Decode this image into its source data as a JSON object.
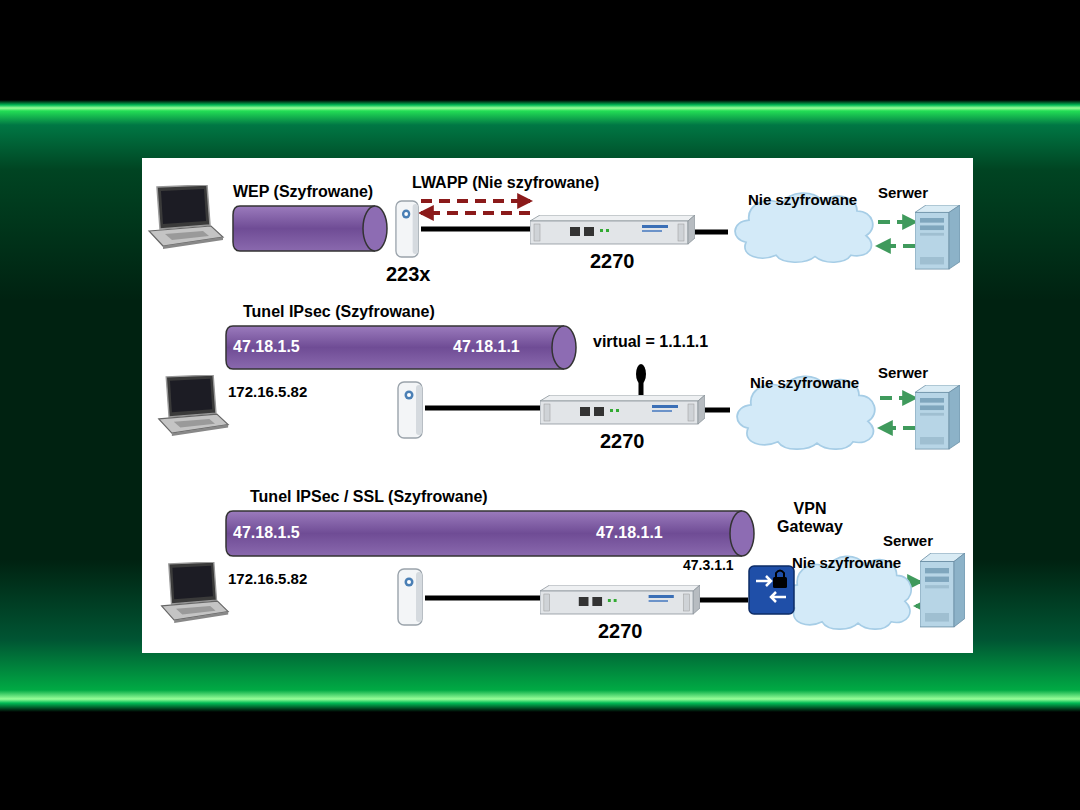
{
  "diagram": {
    "nodes": [
      {
        "text": [
          "WEP (Szyfrowane)"
        ]
      },
      {
        "text": [
          "223x"
        ]
      },
      {
        "text": [
          "2270"
        ]
      },
      {
        "text": [
          "Nie szyfrowane"
        ]
      },
      {
        "text": [
          "Serwer"
        ]
      },
      {
        "text": [
          "Tunel IPsec (Szyfrowane)",
          "47.18.1.5",
          "47.18.1.1"
        ]
      },
      {
        "text": [
          "172.16.5.82"
        ]
      },
      {
        "text": [
          "2270"
        ]
      },
      {
        "text": [
          "Nie szyfrowane"
        ]
      },
      {
        "text": [
          "Serwer"
        ]
      },
      {
        "text": [
          "Tunel IPSec / SSL (Szyfrowane)",
          "47.18.1.5",
          "47.18.1.1"
        ]
      },
      {
        "text": [
          "172.16.5.82"
        ]
      },
      {
        "text": [
          "2270"
        ]
      },
      {
        "text": [
          "VPN Gateway"
        ]
      },
      {
        "text": [
          "Nie szyfrowane"
        ]
      },
      {
        "text": [
          "Serwer"
        ]
      }
    ],
    "edges": [
      {
        "from": 1,
        "to": 2,
        "arrow": "to",
        "label": "LWAPP (Nie szyfrowane)"
      },
      {
        "from": 2,
        "to": 1,
        "arrow": "to"
      },
      {
        "from": 1,
        "to": 2,
        "arrow": "none"
      },
      {
        "from": 2,
        "to": 3,
        "arrow": "none"
      },
      {
        "from": 3,
        "to": 4,
        "arrow": "to"
      },
      {
        "from": 4,
        "to": 3,
        "arrow": "to"
      },
      {
        "from": 7,
        "to": 8,
        "arrow": "none"
      },
      {
        "from": 8,
        "to": 9,
        "arrow": "to"
      },
      {
        "from": 9,
        "to": 8,
        "arrow": "to"
      },
      {
        "from": 12,
        "to": 13,
        "arrow": "none"
      },
      {
        "from": 14,
        "to": 15,
        "arrow": "to"
      },
      {
        "from": 15,
        "to": 14,
        "arrow": "to"
      }
    ],
    "labels": [
      "virtual = 1.1.1.1",
      "47.3.1.1"
    ]
  }
}
